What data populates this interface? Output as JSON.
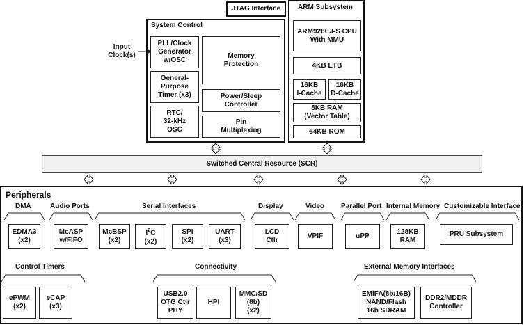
{
  "jtag": "JTAG Interface",
  "arm": {
    "title": "ARM Subsystem",
    "cpu": "ARM926EJ-S CPU\nWith MMU",
    "etb": "4KB ETB",
    "icache": "16KB\nI-Cache",
    "dcache": "16KB\nD-Cache",
    "ram": "8KB RAM\n(Vector Table)",
    "rom": "64KB ROM"
  },
  "sysctrl": {
    "title": "System Control",
    "input_clock": "Input\nClock(s)",
    "pll": "PLL/Clock\nGenerator\nw/OSC",
    "memprot": "Memory\nProtection",
    "timer": "General-\nPurpose\nTimer (x3)",
    "power": "Power/Sleep\nController",
    "rtc": "RTC/\n32-kHz\nOSC",
    "pinmux": "Pin\nMultiplexing"
  },
  "scr": "Switched Central Resource (SCR)",
  "peripherals": {
    "title": "Peripherals",
    "groups": {
      "dma": "DMA",
      "audio": "Audio Ports",
      "serial": "Serial Interfaces",
      "display": "Display",
      "video": "Video",
      "parallel": "Parallel Port",
      "intmem": "Internal Memory",
      "custom": "Customizable Interface",
      "timers": "Control Timers",
      "connectivity": "Connectivity",
      "extmem": "External Memory Interfaces"
    },
    "blocks": {
      "edma": "EDMA3\n(x2)",
      "mcasp": "McASP\nw/FIFO",
      "mcbsp": "McBSP\n(x2)",
      "i2c_main": "I",
      "i2c_sup": "2",
      "i2c_rest": "C",
      "i2c_count": "(x2)",
      "spi": "SPI\n(x2)",
      "uart": "UART\n(x3)",
      "lcd": "LCD\nCtlr",
      "vpif": "VPIF",
      "upp": "uPP",
      "ram128": "128KB\nRAM",
      "pru": "PRU Subsystem",
      "epwm": "ePWM\n(x2)",
      "ecap": "eCAP\n(x3)",
      "usb": "USB2.0\nOTG Ctlr\nPHY",
      "hpi": "HPI",
      "mmc": "MMC/SD\n(8b)\n(x2)",
      "emifa": "EMIFA(8b/16B)\nNAND/Flash\n16b SDRAM",
      "ddr": "DDR2/MDDR\nController"
    }
  }
}
